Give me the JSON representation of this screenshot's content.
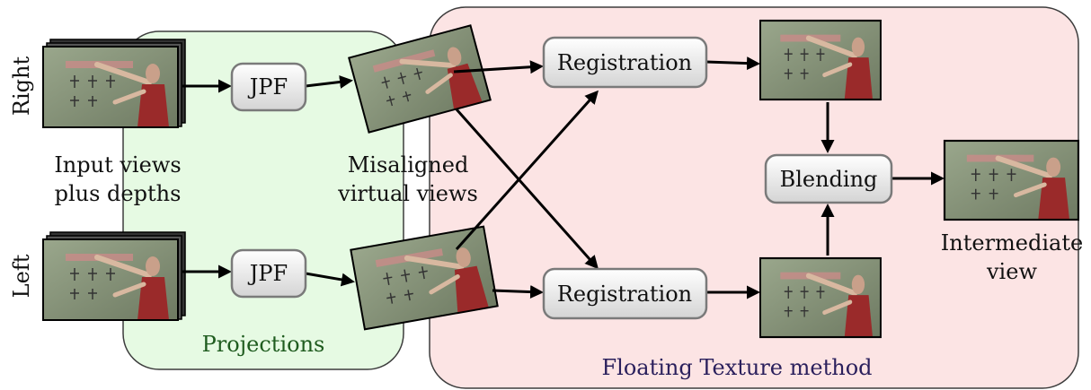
{
  "regions": {
    "projections": "Projections",
    "floating_texture": "Floating Texture method"
  },
  "labels": {
    "right": "Right",
    "left": "Left",
    "input_line1": "Input views",
    "input_line2": "plus depths",
    "misaligned_line1": "Misaligned",
    "misaligned_line2": "virtual views",
    "intermediate_line1": "Intermediate",
    "intermediate_line2": "view"
  },
  "boxes": {
    "jpf_top": "JPF",
    "jpf_bottom": "JPF",
    "registration_top": "Registration",
    "registration_bottom": "Registration",
    "blending": "Blending"
  },
  "colors": {
    "projections_fill": "#e6fae3",
    "projections_stroke": "#3d3d3d",
    "projections_text": "#1f5c1f",
    "floating_fill": "#fce4e4",
    "floating_stroke": "#3d3d3d",
    "floating_text": "#2a1f5c",
    "box_stroke": "#7a7a7a",
    "arrow": "#000000"
  }
}
